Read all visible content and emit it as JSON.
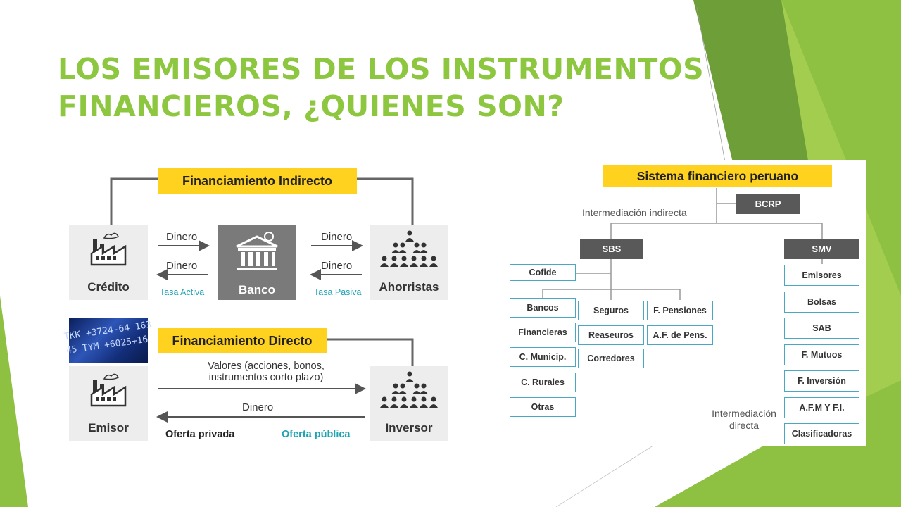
{
  "slide": {
    "title_line1": "LOS EMISORES DE LOS INSTRUMENTOS",
    "title_line2": "FINANCIEROS, ¿QUIENES SON?",
    "accent_color": "#8DC63F",
    "highlight_color": "#FFD21F",
    "outline_color": "#4BA8C4"
  },
  "left_diagram": {
    "indirect": {
      "header": "Financiamiento Indirecto",
      "left_node": "Crédito",
      "center_node": "Banco",
      "right_node": "Ahorristas",
      "arrow_top_left": "Dinero",
      "arrow_bottom_left": "Dinero",
      "arrow_top_right": "Dinero",
      "arrow_bottom_right": "Dinero",
      "rate_left": "Tasa Activa",
      "rate_right": "Tasa Pasiva"
    },
    "direct": {
      "header": "Financiamiento Directo",
      "left_node": "Emisor",
      "right_node": "Inversor",
      "securities_line1": "Valores (acciones, bonos,",
      "securities_line2": "instrumentos corto plazo)",
      "money_label": "Dinero",
      "private_offer": "Oferta privada",
      "public_offer": "Oferta pública",
      "ticker_text": "TKK +3724-64 16345 TYM +6025+16"
    },
    "icons": [
      "factory-icon",
      "bank-icon",
      "people-group-icon"
    ]
  },
  "right_diagram": {
    "header": "Sistema financiero peruano",
    "top_node": "BCRP",
    "indirect_label": "Intermediación indirecta",
    "direct_label_line1": "Intermediación",
    "direct_label_line2": "directa",
    "sbs": "SBS",
    "smv": "SMV",
    "cofide": "Cofide",
    "banking_column": [
      "Bancos",
      "Financieras",
      "C. Municip.",
      "C. Rurales",
      "Otras"
    ],
    "insurance_column": [
      "Seguros",
      "Reaseuros",
      "Corredores"
    ],
    "pension_column": [
      "F. Pensiones",
      "A.F. de Pens."
    ],
    "smv_column": [
      "Emisores",
      "Bolsas",
      "SAB",
      "F. Mutuos",
      "F. Inversión",
      "A.F.M Y F.I.",
      "Clasificadoras"
    ]
  }
}
